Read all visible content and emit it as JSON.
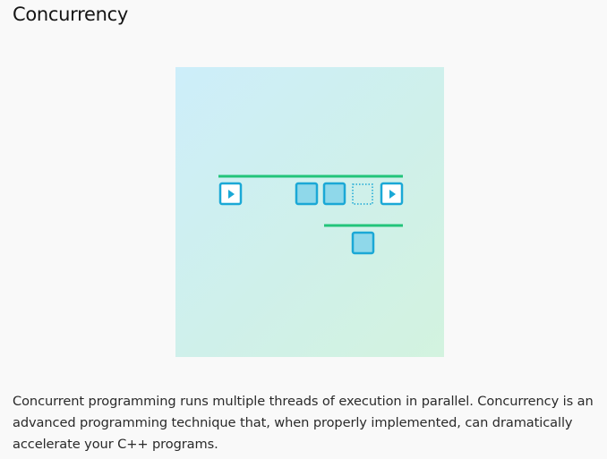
{
  "page": {
    "title": "Concurrency",
    "description": "Concurrent programming runs multiple threads of execution in parallel. Concurrency is an advanced programming technique that, when properly implemented, can dramatically accelerate your C++ programs."
  },
  "illustration": {
    "icon": "concurrency-threads-illustration",
    "colors": {
      "thread_line": "#22c47a",
      "task_fill": "#8fd8ea",
      "task_border": "#1aa8d6",
      "play_border": "#1aa8d6",
      "play_fill": "#ffffff"
    }
  }
}
